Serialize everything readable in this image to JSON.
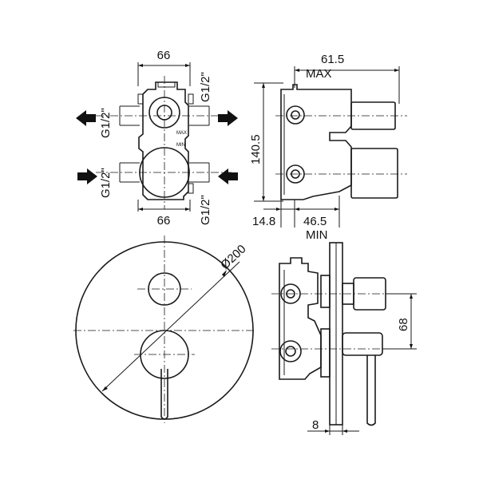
{
  "dimensions": {
    "top_width": "66",
    "bottom_width": "66",
    "thread_top_right": "G1/2\"",
    "thread_bottom_right": "G1/2\"",
    "thread_left_upper": "G1/2\"",
    "thread_left_lower": "G1/2\"",
    "depth_max": "61.5",
    "max_label": "MAX",
    "height": "140.5",
    "offset": "14.8",
    "depth_min": "46.5",
    "min_label": "MIN",
    "diameter": "Ø200",
    "handle_spacing": "68",
    "plate_thickness": "8"
  },
  "body_markings": {
    "max": "MAX",
    "min": "MIN"
  },
  "flow": {
    "outlets": [
      "left",
      "right"
    ],
    "inlets": [
      "left",
      "right"
    ]
  }
}
